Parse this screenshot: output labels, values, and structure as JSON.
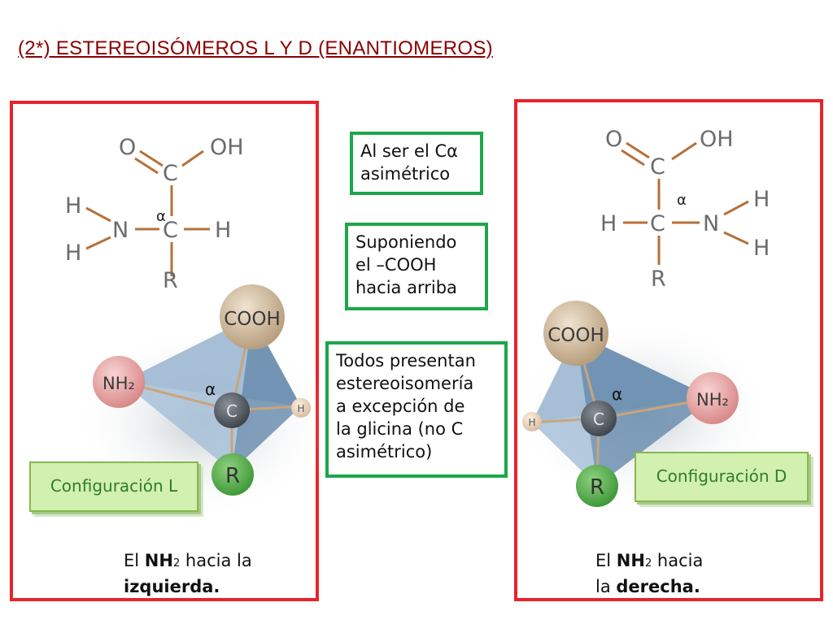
{
  "title": "(2*) ESTEREOISÓMEROS L Y D (ENANTIOMEROS)",
  "left": {
    "formula": {
      "O": "O",
      "OH": "OH",
      "C_top": "C",
      "alpha": "α",
      "H_a": "H",
      "H_b": "H",
      "N": "N",
      "C": "C",
      "H_right": "H",
      "R": "R"
    },
    "model": {
      "cooh": "COOH",
      "nh2": "NH₂",
      "c": "C",
      "h": "H",
      "r": "R",
      "alpha": "α"
    },
    "config_label": "Configuración L",
    "caption": {
      "line1_pre": "El ",
      "line1_bold": "NH",
      "line1_sub": "2",
      "line1_post": " hacia la",
      "line2": "izquierda."
    }
  },
  "right": {
    "formula": {
      "O": "O",
      "OH": "OH",
      "C_top": "C",
      "alpha": "α",
      "H_left": "H",
      "C": "C",
      "N": "N",
      "H_a": "H",
      "H_b": "H",
      "R": "R"
    },
    "model": {
      "cooh": "COOH",
      "nh2": "NH₂",
      "c": "C",
      "h": "H",
      "r": "R",
      "alpha": "α"
    },
    "config_label": "Configuración D",
    "caption": {
      "line1_pre": "El ",
      "line1_bold": "NH",
      "line1_sub": "2",
      "line1_post": " hacia",
      "line2_pre": "la ",
      "line2_bold": "derecha."
    }
  },
  "center": {
    "box1": [
      "Al ser el Cα",
      "asimétrico"
    ],
    "box2": [
      "Suponiendo",
      "el –COOH",
      "hacia arriba"
    ],
    "box3": [
      "Todos presentan",
      "estereoisomería",
      "a excepción de",
      "la glicina (no C",
      "asimétrico)"
    ]
  },
  "colors": {
    "frame": "#e8232a",
    "green_box": "#1da64a",
    "title": "#8B0000",
    "bond": "#b5713a",
    "atom": "#6b6b6b"
  }
}
